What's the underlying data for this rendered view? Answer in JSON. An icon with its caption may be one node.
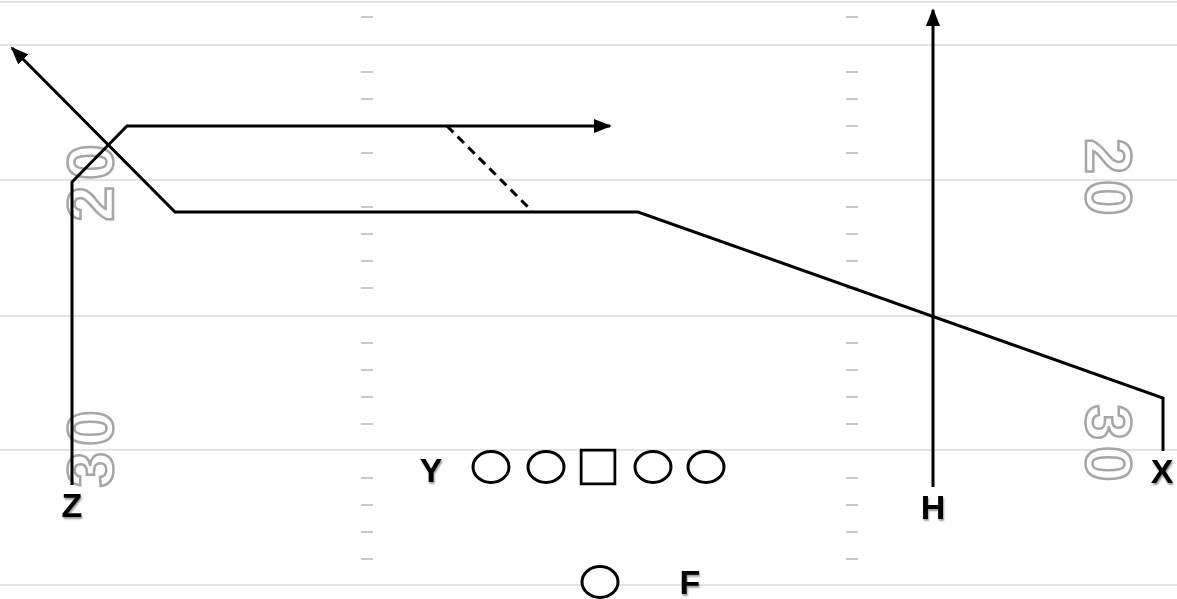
{
  "diagram": {
    "nodes": [
      {
        "text": [
          "Y"
        ]
      },
      {
        "text": [],
        "shape": "circle"
      },
      {
        "text": [],
        "shape": "circle"
      },
      {
        "text": [],
        "shape": "box"
      },
      {
        "text": [],
        "shape": "circle"
      },
      {
        "text": [],
        "shape": "circle"
      },
      {
        "text": [
          "X"
        ]
      },
      {
        "text": [
          "Z"
        ]
      },
      {
        "text": [
          "H"
        ]
      },
      {
        "text": [],
        "shape": "circle"
      },
      {
        "text": [
          "F"
        ]
      }
    ],
    "edges": [
      {
        "from": 7,
        "to": null,
        "arrow": "to"
      },
      {
        "from": 6,
        "to": null,
        "arrow": "to"
      },
      {
        "from": 8,
        "to": null,
        "arrow": "to"
      }
    ],
    "labels": [
      "20",
      "20",
      "30",
      "30"
    ]
  }
}
